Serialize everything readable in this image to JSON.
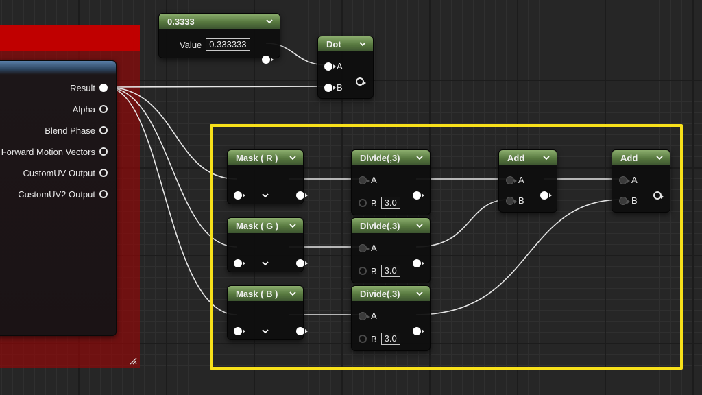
{
  "colors": {
    "selection": "#f7e01a",
    "red_panel": "#c00000",
    "node_header": "#57783f",
    "wire": "#e6e6e6"
  },
  "result_node": {
    "pins": [
      {
        "label": "Result",
        "connected": true
      },
      {
        "label": "Alpha",
        "connected": false
      },
      {
        "label": "Blend Phase",
        "connected": false
      },
      {
        "label": "Forward Motion Vectors",
        "connected": false
      },
      {
        "label": "CustomUV Output",
        "connected": false
      },
      {
        "label": "CustomUV2 Output",
        "connected": false
      }
    ]
  },
  "constant_node": {
    "title": "0.3333",
    "value_label": "Value",
    "value": "0.333333"
  },
  "dot_node": {
    "title": "Dot",
    "pin_a": "A",
    "pin_b": "B"
  },
  "mask_nodes": [
    {
      "title": "Mask ( R )"
    },
    {
      "title": "Mask ( G )"
    },
    {
      "title": "Mask ( B )"
    }
  ],
  "divide_nodes": [
    {
      "title": "Divide(,3)",
      "pin_a": "A",
      "pin_b": "B",
      "b_value": "3.0"
    },
    {
      "title": "Divide(,3)",
      "pin_a": "A",
      "pin_b": "B",
      "b_value": "3.0"
    },
    {
      "title": "Divide(,3)",
      "pin_a": "A",
      "pin_b": "B",
      "b_value": "3.0"
    }
  ],
  "add_nodes": [
    {
      "title": "Add",
      "pin_a": "A",
      "pin_b": "B"
    },
    {
      "title": "Add",
      "pin_a": "A",
      "pin_b": "B"
    }
  ],
  "icons": [
    "chevron-down-icon",
    "expand-chevron-icon",
    "resize-grip-icon"
  ]
}
